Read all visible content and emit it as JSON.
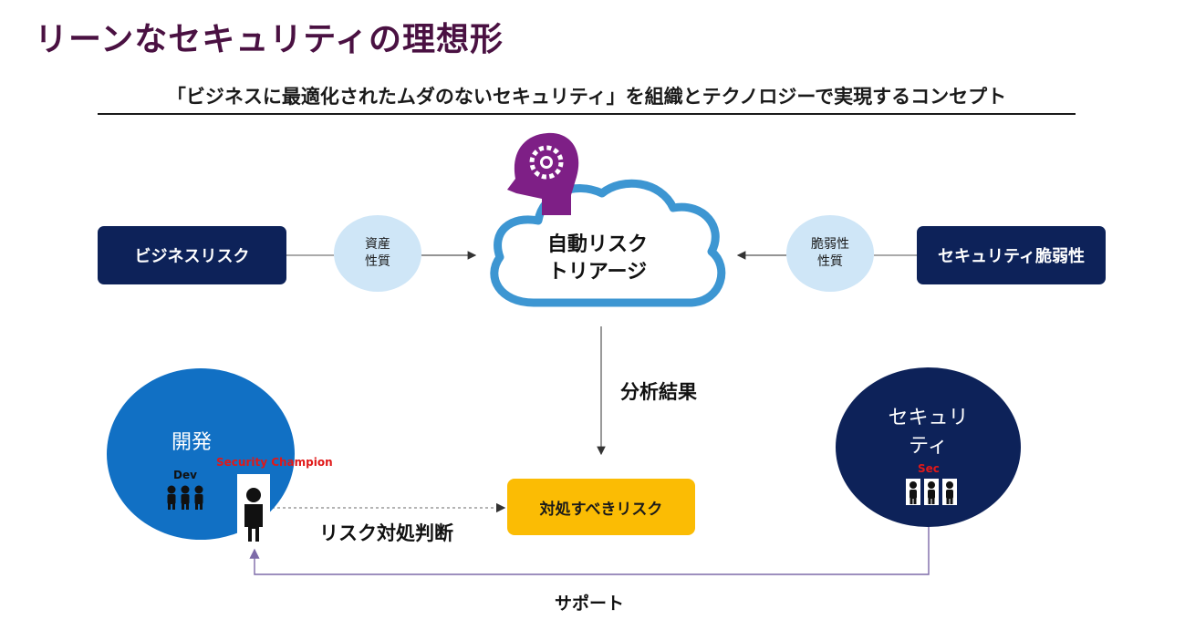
{
  "title": "リーンなセキュリティの理想形",
  "subtitle": "「ビジネスに最適化されたムダのないセキュリティ」を組織とテクノロジーで実現するコンセプト",
  "top_row": {
    "business_risk": "ビジネスリスク",
    "asset_nature": [
      "資産",
      "性質"
    ],
    "cloud_label": [
      "自動リスク",
      "トリアージ"
    ],
    "vuln_nature": [
      "脆弱性",
      "性質"
    ],
    "security_vuln": "セキュリティ脆弱性"
  },
  "analysis_result": "分析結果",
  "dev": {
    "label": "開発",
    "tag": "Dev",
    "champion": "Security Champion"
  },
  "security": {
    "label": [
      "セキュリ",
      "ティ"
    ],
    "tag": "Sec"
  },
  "risk_to_handle": "対処すべきリスク",
  "risk_decision": "リスク対処判断",
  "support": "サポート",
  "colors": {
    "title": "#4a1142",
    "navy": "#0d2259",
    "dev_blue": "#1170c4",
    "bubble": "#cfe6f7",
    "cloud_stroke": "#3d96d2",
    "brain": "#7e1f86",
    "risk_box": "#fbbc04",
    "champion_red": "#e01818",
    "support_line": "#7d6aa8"
  },
  "icons": [
    "head-gear-icon",
    "cloud-icon",
    "person-icon"
  ]
}
